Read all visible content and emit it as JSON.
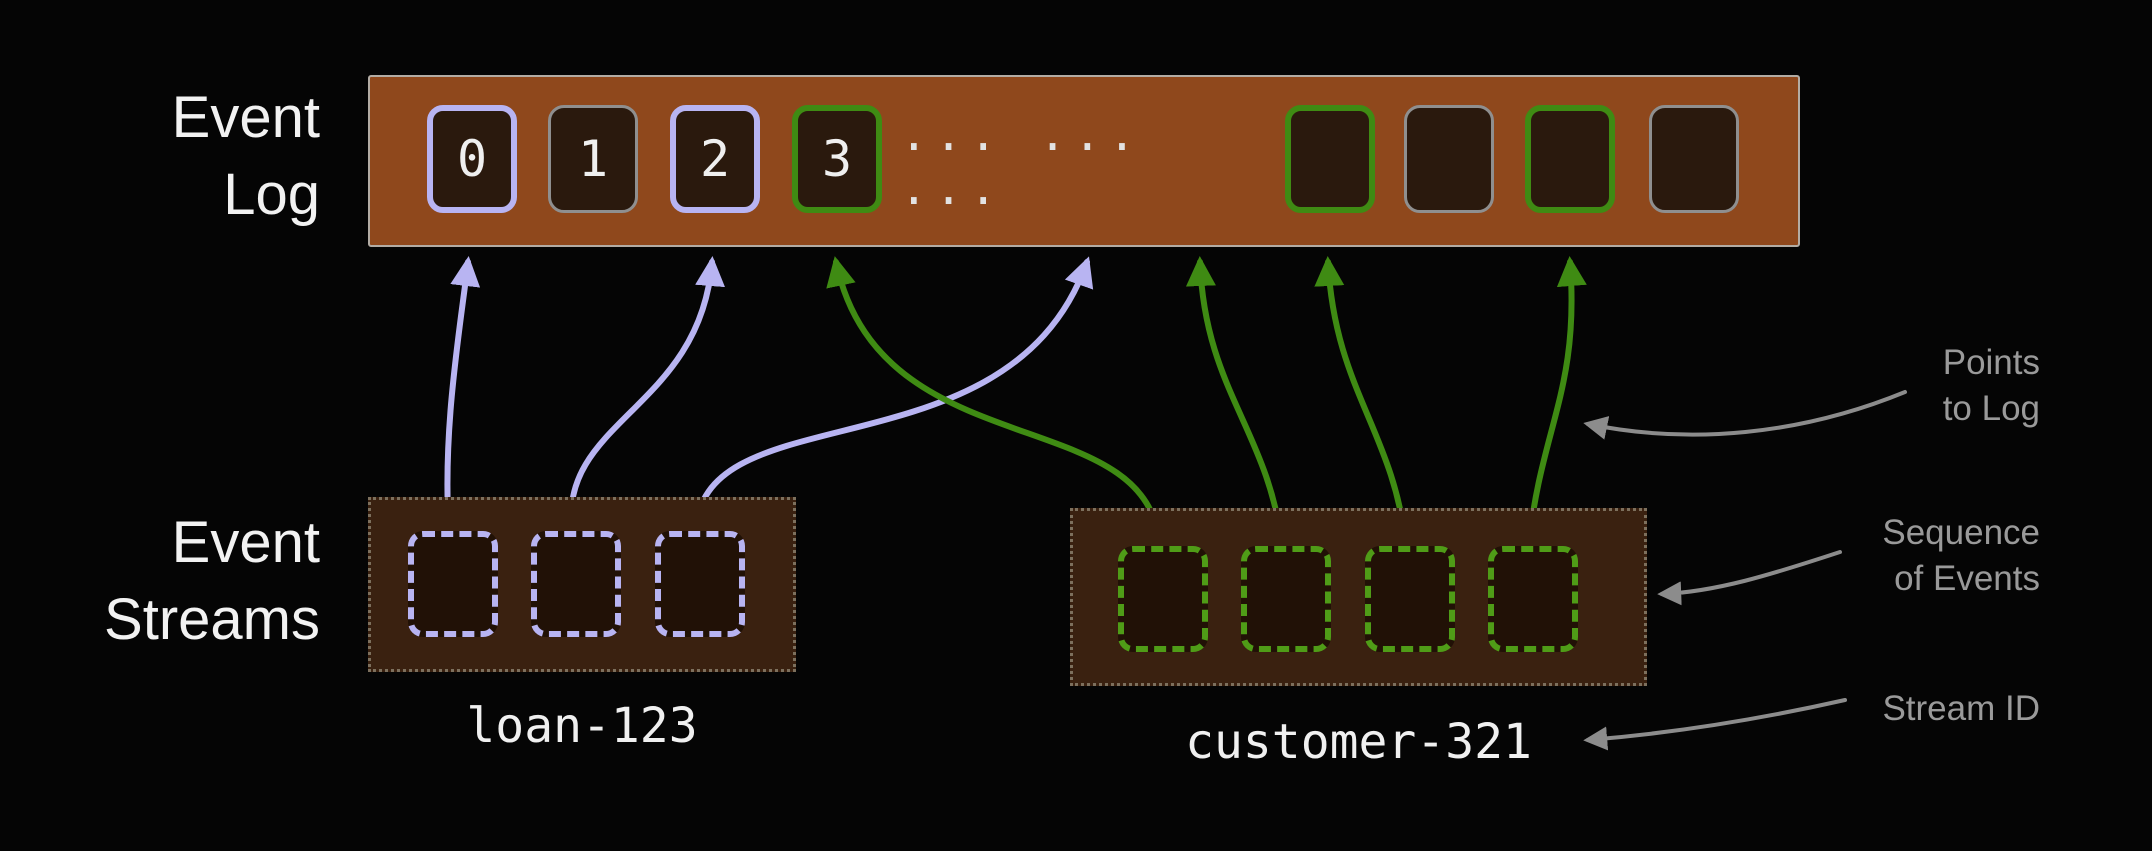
{
  "labels": {
    "event_log": [
      "Event",
      "Log"
    ],
    "event_streams": [
      "Event",
      "Streams"
    ]
  },
  "log": {
    "ellipsis": "... ... ...",
    "cells": [
      {
        "label": "0",
        "style": "lavender"
      },
      {
        "label": "1",
        "style": "gray"
      },
      {
        "label": "2",
        "style": "lavender"
      },
      {
        "label": "3",
        "style": "green"
      },
      {
        "label": "",
        "style": "green"
      },
      {
        "label": "",
        "style": "gray"
      },
      {
        "label": "",
        "style": "green"
      },
      {
        "label": "",
        "style": "gray"
      }
    ]
  },
  "streams": [
    {
      "id": "loan-123",
      "color": "lavender",
      "event_count": 3
    },
    {
      "id": "customer-321",
      "color": "green",
      "event_count": 4
    }
  ],
  "annotations": {
    "points_to_log": [
      "Points",
      "to Log"
    ],
    "sequence_of_events": [
      "Sequence",
      "of Events"
    ],
    "stream_id": [
      "Stream ID"
    ]
  },
  "colors": {
    "lavender": "#b8b4f2",
    "green": "#3f8b13",
    "green_dashed": "#4f9c17",
    "log_bar": "#8f481c",
    "cell_fill": "#2a190d",
    "stream_box_fill": "#3a2110",
    "annotation_gray": "#9a9a9a",
    "text": "#f2f2f2",
    "background": "#050505"
  }
}
